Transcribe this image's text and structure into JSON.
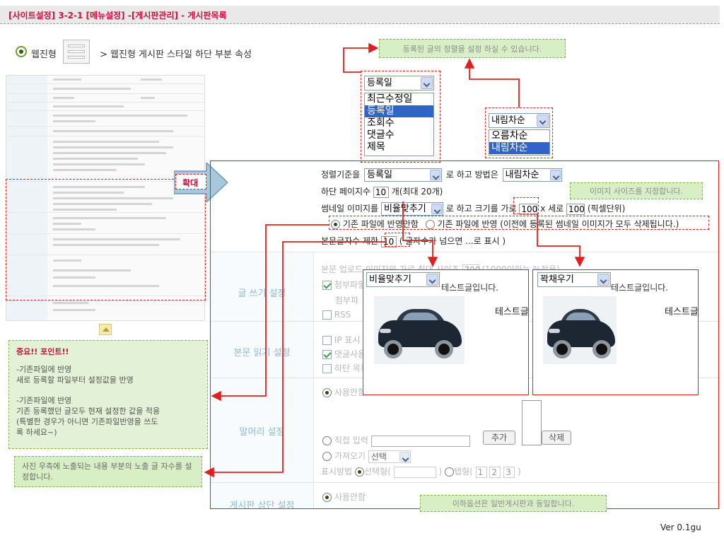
{
  "header": {
    "title": "[사이트설정] 3-2-1 [메뉴설정] -[게시판관리] - 게시판목록"
  },
  "board_type": {
    "label": "웹진형",
    "subtitle": "> 웹진형 게시판 스타일 하단 부분 속성",
    "icon": "board-list-icon"
  },
  "callouts": {
    "sort_note": "등록된 글의 정렬을 설정 하실 수 있습니다.",
    "image_size_note": "이미지 사이즈를 지정합니다.",
    "same_option_note": "이하옵션은 일반게시판과 동일합니다.",
    "summary_note": "사진 우측에 노출되는 내용 부분의 노출 글 자수를 설정합니다.",
    "enlarge": "확대"
  },
  "important": {
    "title": "중요!! 포인트!!",
    "lines": [
      "-기존파일에 반영",
      "새로 등록할 파일부터 설정값을 반영",
      "-기존파일에 반영",
      "기존 등록했던 글모두 현재 설정한 값을 적용",
      "(특별한 경우가 아니면 기존파일반영을 쓰도",
      "록 하세요~)"
    ]
  },
  "sort_dropdown": {
    "selected": "등록일",
    "options": [
      "최근수정일",
      "등록일",
      "조회수",
      "댓글수",
      "제목"
    ],
    "highlighted": "등록일"
  },
  "order_dropdown": {
    "selected": "내림차순",
    "options": [
      "오름차순",
      "내림차순"
    ],
    "highlighted": "내림차순"
  },
  "panel": {
    "sort_row": {
      "prefix": "정렬기준을",
      "sort_value": "등록일",
      "mid": "로 하고 방법은",
      "order_value": "내림차순"
    },
    "page_row": {
      "prefix": "하단 페이지수",
      "value": "10",
      "suffix": "개(최대 20개)"
    },
    "thumb_row": {
      "prefix": "썸네일 이미지를",
      "fit_value": "비율맞추기",
      "mid": "로 하고 크기를 가로",
      "width": "100",
      "x": "x 세로",
      "height": "100",
      "suffix": "(픽셀단위)"
    },
    "apply_row": {
      "opt1": "기존 파일에 반영안함",
      "opt2": "기존 파일에 반영 (이전에 등록된 썸네일 이미지가 모두 삭제됩니다.)"
    },
    "summary_row": {
      "prefix": "본문글자수 제한",
      "value": "10",
      "suffix": "( 글자수가 넘으면 ...로 표시 )"
    },
    "write_section": {
      "label": "글 쓰기 설정",
      "upload_text": "본문 업로드 이미지의 가로 최대 사이즈",
      "upload_value": "700",
      "upload_suffix": "(1000이하는 %적용)",
      "attach_text": "첨부파일",
      "attach_sub": "첨부파",
      "rss": "RSS"
    },
    "read_section": {
      "label": "본문 읽기 설정",
      "ip": "IP 표시",
      "comment": "댓글사용",
      "bottom": "하단 목록"
    },
    "prefix_section": {
      "label": "말머리 설정",
      "unused": "사용안함",
      "direct": "직접 입력",
      "fetch": "가져오기",
      "fetch_select": "선택",
      "add": "추가",
      "delete": "삭제",
      "display_label": "표시방법",
      "display_opt1": "선택형(",
      "display_opt2": ")",
      "tab_label": "탭형(",
      "tabs": [
        "1",
        "2",
        "3"
      ],
      "tab_end": ")"
    },
    "top_section": {
      "label": "게시판 상단 설정",
      "unused": "사용안함"
    }
  },
  "preview": {
    "left_select": "비율맞추기",
    "right_select": "꽉채우기",
    "caption_left": "테스트글",
    "caption_right": "테스트글",
    "banner_text": "테스트글입니다."
  },
  "version": "Ver 0.1gu",
  "colors": {
    "accent_red": "#e0201d",
    "title_red": "#d0103a",
    "callout_green": "#d8efc6",
    "label_blue": "#90b8d6"
  }
}
